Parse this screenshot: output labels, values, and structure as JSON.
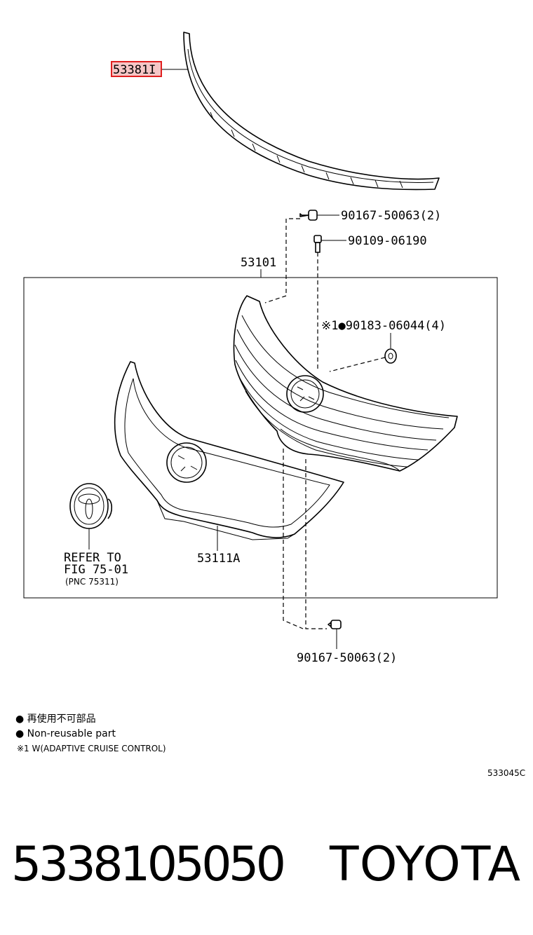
{
  "labels": {
    "molding": "53381I",
    "bolt_top": "90167-50063(2)",
    "clip_top": "90109-06190",
    "grille_assy": "53101",
    "nut": "※1●90183-06044(4)",
    "grille_front": "53111A",
    "refer_line1": "REFER TO",
    "refer_line2": "FIG 75-01",
    "refer_line3": "(PNC 75311)",
    "bolt_bottom": "90167-50063(2)"
  },
  "legend": {
    "line1": "● 再使用不可部品",
    "line2": "● Non-reusable part",
    "line3": "※1 W(ADAPTIVE CRUISE CONTROL)"
  },
  "figure_code": "533045C",
  "footer": {
    "part_number": "5338105050",
    "brand": "TOYOTA"
  },
  "colors": {
    "highlight_fill": "#f6c6c6",
    "highlight_stroke": "#e02020",
    "line": "#000000"
  }
}
